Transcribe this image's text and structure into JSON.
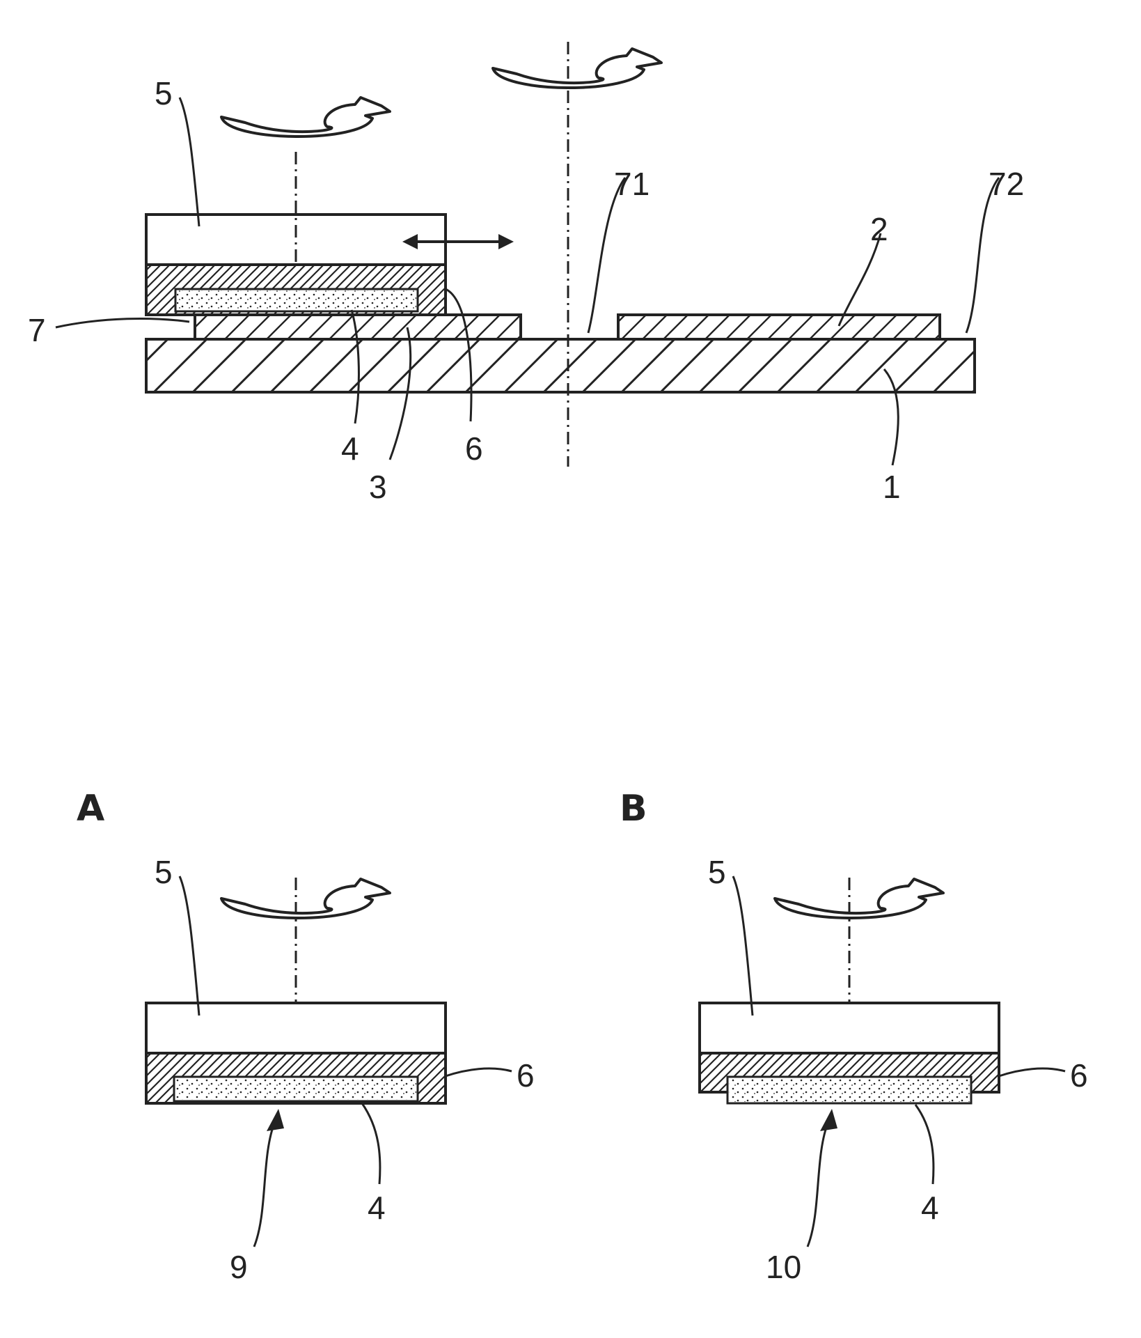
{
  "top_view": {
    "labels": {
      "carrier": "5",
      "substrate": "1",
      "layer": "2",
      "portion": "3",
      "element": "4",
      "holder": "6",
      "gap": "7",
      "edge_inner": "71",
      "edge_outer": "72"
    }
  },
  "panel_a": {
    "title": "A",
    "labels": {
      "carrier": "5",
      "holder": "6",
      "element": "4",
      "surface": "9"
    }
  },
  "panel_b": {
    "title": "B",
    "labels": {
      "carrier": "5",
      "holder": "6",
      "element": "4",
      "surface": "10"
    }
  },
  "colors": {
    "line": "#222222",
    "background": "#ffffff"
  }
}
